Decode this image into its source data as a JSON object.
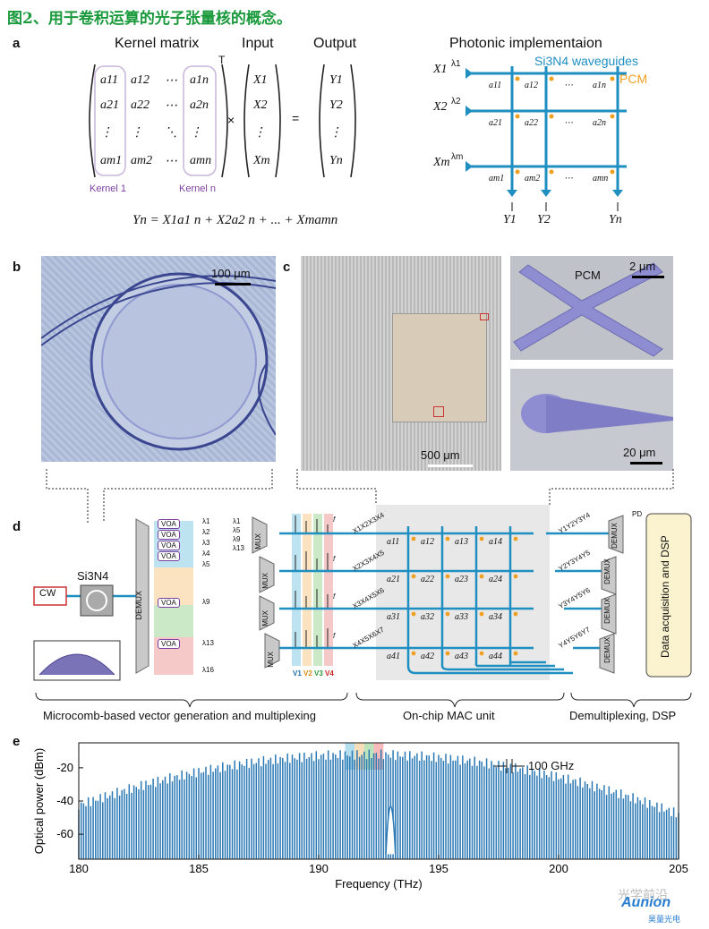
{
  "caption": "图2、用于卷积运算的光子张量核的概念。",
  "panel_a": {
    "label": "a",
    "kernel_header": "Kernel matrix",
    "input_header": "Input",
    "output_header": "Output",
    "photonic_header": "Photonic implementaion",
    "transpose": "T",
    "times": "×",
    "equals": "=",
    "matrix_rows": [
      [
        "a11",
        "a12",
        "⋯",
        "a1n"
      ],
      [
        "a21",
        "a22",
        "⋯",
        "a2n"
      ],
      [
        "⋮",
        "⋮",
        "⋱",
        "⋮"
      ],
      [
        "am1",
        "am2",
        "⋯",
        "amn"
      ]
    ],
    "input_vec": [
      "X1",
      "X2",
      "⋮",
      "Xm"
    ],
    "output_vec": [
      "Y1",
      "Y2",
      "⋮",
      "Yn"
    ],
    "kernel1": "Kernel 1",
    "kerneln": "Kernel n",
    "equation": "Yn = X1a1 n + X2a2 n + ... + Xmamn",
    "waveguides_label": "Si3N4 waveguides",
    "pcm_label": "PCM",
    "photonic_inputs": [
      "X1",
      "X2",
      "Xm"
    ],
    "photonic_lambdas": [
      "λ1",
      "λ2",
      "λm"
    ],
    "photonic_outputs": [
      "Y1",
      "Y2",
      "Yn"
    ],
    "photonic_cells": [
      [
        "a11",
        "a12",
        "⋯",
        "a1n"
      ],
      [
        "a21",
        "a22",
        "⋯",
        "a2n"
      ],
      [
        "am1",
        "am2",
        "⋯",
        "amn"
      ]
    ]
  },
  "panel_b": {
    "label": "b",
    "scale": "100 μm"
  },
  "panel_c": {
    "label": "c",
    "scale_main": "500 μm",
    "scale_top": "2 μm",
    "pcm": "PCM",
    "scale_bottom": "20 μm"
  },
  "panel_d": {
    "label": "d",
    "cw": "CW",
    "si3n4": "Si3N4",
    "demux": "DEMUX",
    "voa": "VOA",
    "mux": "MUX",
    "lambdas_left": [
      "λ1",
      "λ2",
      "λ3",
      "λ4",
      "λ5",
      "λ9",
      "λ13",
      "λ16"
    ],
    "mux_lambdas": [
      "λ1",
      "λ5",
      "λ9",
      "λ13"
    ],
    "vectors": [
      "V1",
      "V2",
      "V3",
      "V4"
    ],
    "cells": [
      [
        "a11",
        "a12",
        "a13",
        "a14"
      ],
      [
        "a21",
        "a22",
        "a23",
        "a24"
      ],
      [
        "a31",
        "a32",
        "a33",
        "a34"
      ],
      [
        "a41",
        "a42",
        "a43",
        "a44"
      ]
    ],
    "inputs_left": [
      "X1X2X3X4",
      "X2X3X4X5",
      "X3X4X5X6",
      "X4X5X6X7"
    ],
    "outputs_right": [
      "Y1Y2Y3Y4",
      "Y2Y3Y4Y5",
      "Y3Y4Y5Y6",
      "Y4Y5Y6Y7"
    ],
    "pd": "PD",
    "daq": "Data acquisition and DSP",
    "section1": "Microcomb-based vector generation and multiplexing",
    "section2": "On-chip MAC unit",
    "section3": "Demultiplexing, DSP",
    "f": "f"
  },
  "panel_e": {
    "label": "e",
    "annotation": "100 GHz",
    "watermark": "光学前沿",
    "logo_text": "Aunion",
    "logo_sub": "昊量光电"
  },
  "chart_data": {
    "type": "line",
    "xlabel": "Frequency (THz)",
    "ylabel": "Optical power (dBm)",
    "xlim": [
      180,
      205
    ],
    "ylim": [
      -75,
      -5
    ],
    "xticks": [
      180,
      185,
      190,
      195,
      200,
      205
    ],
    "yticks": [
      -20,
      -40,
      -60
    ],
    "comb_spacing_thz": 0.1,
    "pump_thz": 193.0,
    "pump_peak_dbm": -19,
    "envelope_peak_thz": 192.0,
    "envelope_peak_dbm": -12,
    "envelope_edge_dbm": -48,
    "floor_dbm": -75,
    "highlight_bands_thz": [
      [
        191.1,
        191.5
      ],
      [
        191.5,
        191.9
      ],
      [
        191.9,
        192.3
      ],
      [
        192.3,
        192.7
      ]
    ],
    "highlight_colors": [
      "#7ec8e3",
      "#f5c98a",
      "#8fd18f",
      "#f28b8b"
    ],
    "series_color": "#2a78b4"
  }
}
